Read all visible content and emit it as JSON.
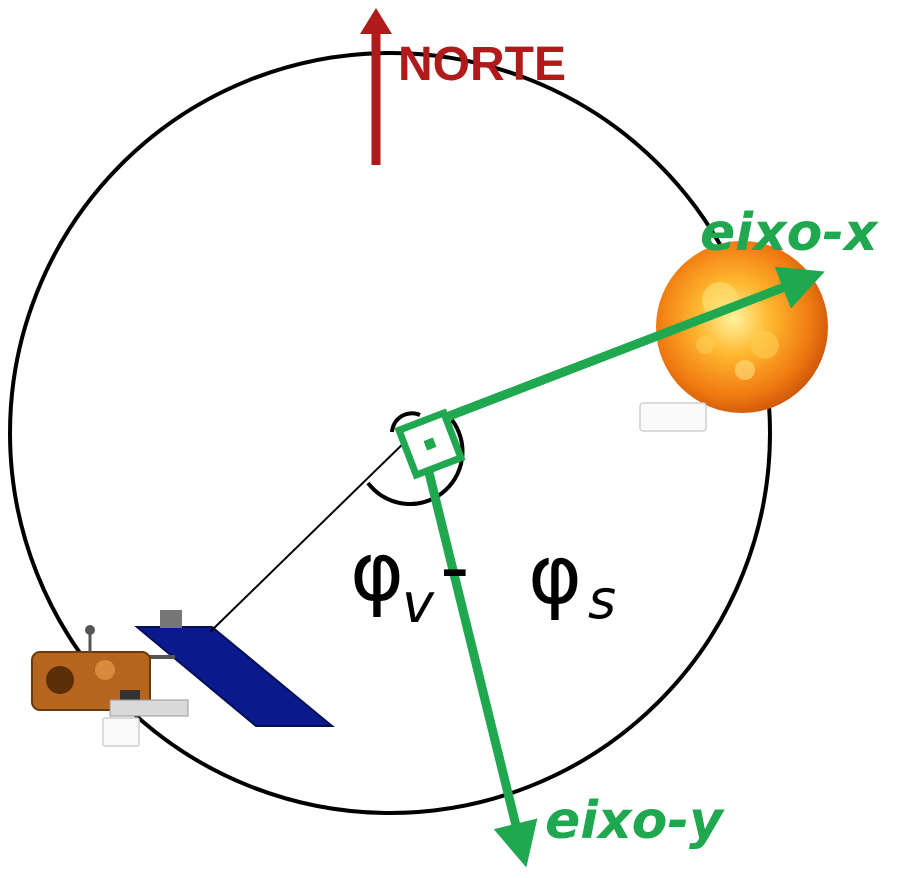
{
  "labels": {
    "north": "NORTE",
    "x_axis": "eixo-x",
    "y_axis": "eixo-y",
    "phi": "φ",
    "sub_v": "v",
    "minus": "-",
    "sub_s": "s"
  },
  "colors": {
    "north": "#b01a1a",
    "axes": "#1fa84f",
    "orbit": "#000000",
    "sun": "#f08a1a",
    "panel": "#0a1a8c",
    "satellite_body": "#b5651d"
  }
}
